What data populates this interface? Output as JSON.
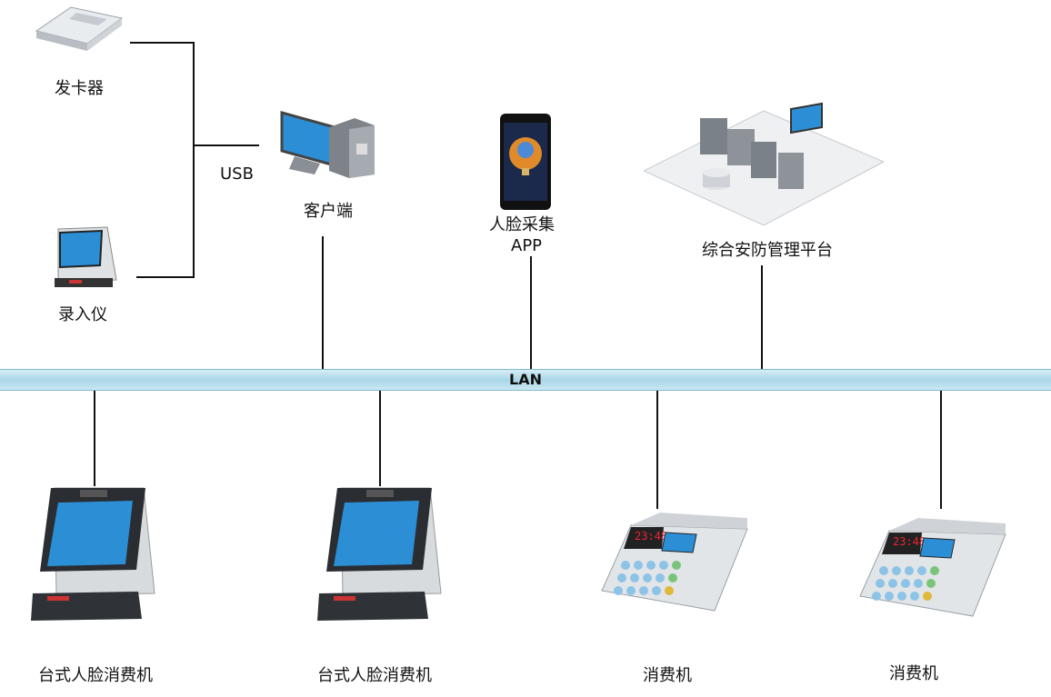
{
  "nodes": {
    "card_issuer": "发卡器",
    "enroller": "录入仪",
    "usb": "USB",
    "client": "客户端",
    "face_app_line1": "人脸采集",
    "face_app_line2": "APP",
    "platform": "综合安防管理平台",
    "lan": "LAN",
    "desktop_face_terminal_1": "台式人脸消费机",
    "desktop_face_terminal_2": "台式人脸消费机",
    "pos_terminal_1": "消费机",
    "pos_terminal_2": "消费机"
  },
  "screens": {
    "pos_display": "23:48"
  },
  "colors": {
    "lan": "#a9d6e6",
    "screen": "#2c8fd6",
    "line": "#111111"
  }
}
